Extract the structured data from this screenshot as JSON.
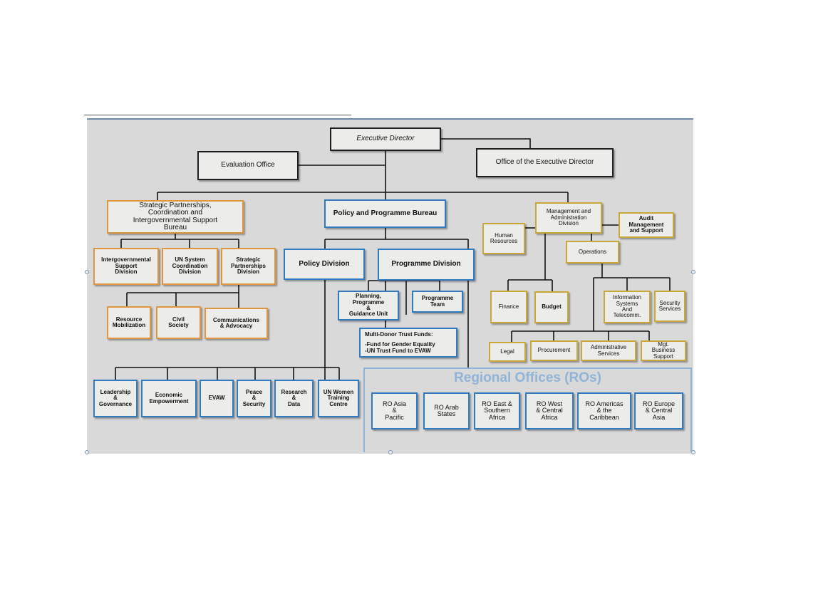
{
  "colors": {
    "black_border": "#1e1e1e",
    "orange_border": "#e0963e",
    "blue_border": "#2f7bbd",
    "yellow_border": "#c9a83a",
    "regional_title": "#8fb4d8",
    "panel": "#d9d9d9"
  },
  "top": {
    "executive_director": "Executive Director",
    "evaluation_office": "Evaluation Office",
    "office_ed": "Office of the Executive Director"
  },
  "spcib": {
    "title": "Strategic Partnerships,\nCoordination and\nIntergovernmental Support\nBureau",
    "divisions": [
      "Intergovernmental\nSupport\nDivision",
      "UN System\nCoordination\nDivision",
      "Strategic\nPartnerships\nDivision"
    ],
    "units": [
      "Resource\nMobilization",
      "Civil\nSociety",
      "Communications\n& Advocacy"
    ]
  },
  "ppb": {
    "title": "Policy and Programme Bureau",
    "policy_division": "Policy Division",
    "programme_division": "Programme Division",
    "planning_unit": "Planning,\nProgramme\n&\nGuidance Unit",
    "programme_team": "Programme\nTeam",
    "mdtf_title": "Multi-Donor Trust Funds:",
    "mdtf_items": "-Fund for Gender Equality\n-UN Trust Fund to EVAW",
    "thematic": [
      "Leadership\n&\nGovernance",
      "Economic\nEmpowerment",
      "EVAW",
      "Peace\n&\nSecurity",
      "Research\n&\nData",
      "UN Women\nTraining\nCentre"
    ]
  },
  "mad": {
    "title": "Management  and\nAdministration\nDivision",
    "audit": "Audit\nManagement\nand Support",
    "human_resources": "Human\nResources",
    "operations": "Operations",
    "finance": "Finance",
    "budget": "Budget",
    "ist": "Information\nSystems\nAnd\nTelecomm.",
    "security": "Security\nServices",
    "bottom": [
      "Legal",
      "Procurement",
      "Administrative\nServices",
      "Mgt.\nBusiness\nSupport"
    ]
  },
  "regional": {
    "title": "Regional Offices (ROs)",
    "offices": [
      "RO Asia\n&\nPacific",
      "RO Arab\nStates",
      "RO East &\nSouthern\nAfrica",
      "RO West\n& Central\nAfrica",
      "RO Americas\n& the\nCaribbean",
      "RO Europe\n& Central\nAsia"
    ]
  }
}
